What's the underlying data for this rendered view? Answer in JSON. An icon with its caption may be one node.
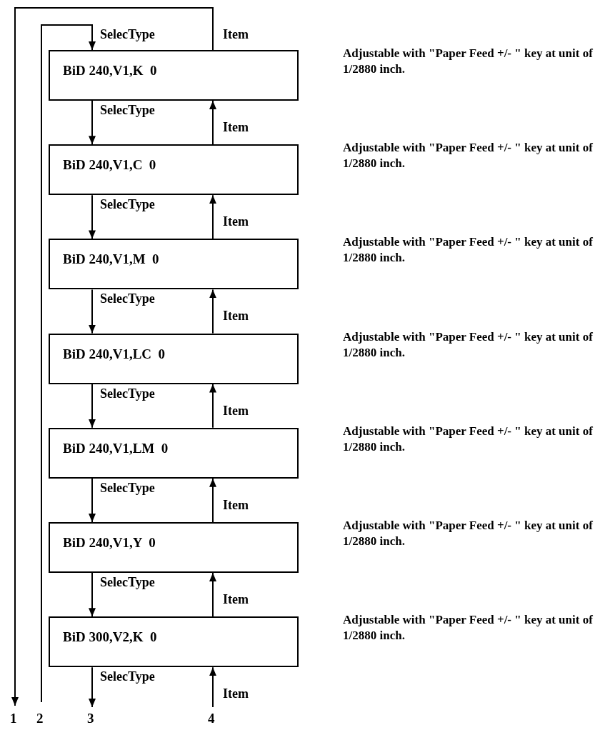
{
  "diagram": {
    "nodes": [
      {
        "text": [
          "BiD 240,V1,K  0"
        ],
        "beside": [
          "Adjustable with \"Paper Feed +/- \" key at unit of 1/2880 inch."
        ]
      },
      {
        "text": [
          "BiD 240,V1,C  0"
        ],
        "beside": [
          "Adjustable with \"Paper Feed +/- \" key at unit of 1/2880 inch."
        ]
      },
      {
        "text": [
          "BiD 240,V1,M  0"
        ],
        "beside": [
          "Adjustable with \"Paper Feed +/- \" key at unit of 1/2880 inch."
        ]
      },
      {
        "text": [
          "BiD 240,V1,LC  0"
        ],
        "beside": [
          "Adjustable with \"Paper Feed +/- \" key at unit of 1/2880 inch."
        ]
      },
      {
        "text": [
          "BiD 240,V1,LM  0"
        ],
        "beside": [
          "Adjustable with \"Paper Feed +/- \" key at unit of 1/2880 inch."
        ]
      },
      {
        "text": [
          "BiD 240,V1,Y  0"
        ],
        "beside": [
          "Adjustable with \"Paper Feed +/- \" key at unit of 1/2880 inch."
        ]
      },
      {
        "text": [
          "BiD 300,V2,K  0"
        ],
        "beside": [
          "Adjustable with \"Paper Feed +/- \" key at unit of 1/2880 inch."
        ]
      },
      {
        "text": [
          "1"
        ]
      },
      {
        "text": [
          "2"
        ]
      },
      {
        "text": [
          "3"
        ]
      },
      {
        "text": [
          "4"
        ]
      }
    ],
    "edges": [
      {
        "from": 8,
        "to": 0,
        "arrow": "to",
        "label": "SelecType"
      },
      {
        "from": 0,
        "to": 7,
        "arrow": "to",
        "label": "Item"
      },
      {
        "from": 0,
        "to": 1,
        "arrow": "to",
        "label": "SelecType"
      },
      {
        "from": 1,
        "to": 0,
        "arrow": "to",
        "label": "Item"
      },
      {
        "from": 1,
        "to": 2,
        "arrow": "to",
        "label": "SelecType"
      },
      {
        "from": 2,
        "to": 1,
        "arrow": "to",
        "label": "Item"
      },
      {
        "from": 2,
        "to": 3,
        "arrow": "to",
        "label": "SelecType"
      },
      {
        "from": 3,
        "to": 2,
        "arrow": "to",
        "label": "Item"
      },
      {
        "from": 3,
        "to": 4,
        "arrow": "to",
        "label": "SelecType"
      },
      {
        "from": 4,
        "to": 3,
        "arrow": "to",
        "label": "Item"
      },
      {
        "from": 4,
        "to": 5,
        "arrow": "to",
        "label": "SelecType"
      },
      {
        "from": 5,
        "to": 4,
        "arrow": "to",
        "label": "Item"
      },
      {
        "from": 5,
        "to": 6,
        "arrow": "to",
        "label": "SelecType"
      },
      {
        "from": 6,
        "to": 5,
        "arrow": "to",
        "label": "Item"
      },
      {
        "from": 6,
        "to": 9,
        "arrow": "to",
        "label": "SelecType"
      },
      {
        "from": 10,
        "to": 6,
        "arrow": "to",
        "label": "Item"
      }
    ]
  }
}
